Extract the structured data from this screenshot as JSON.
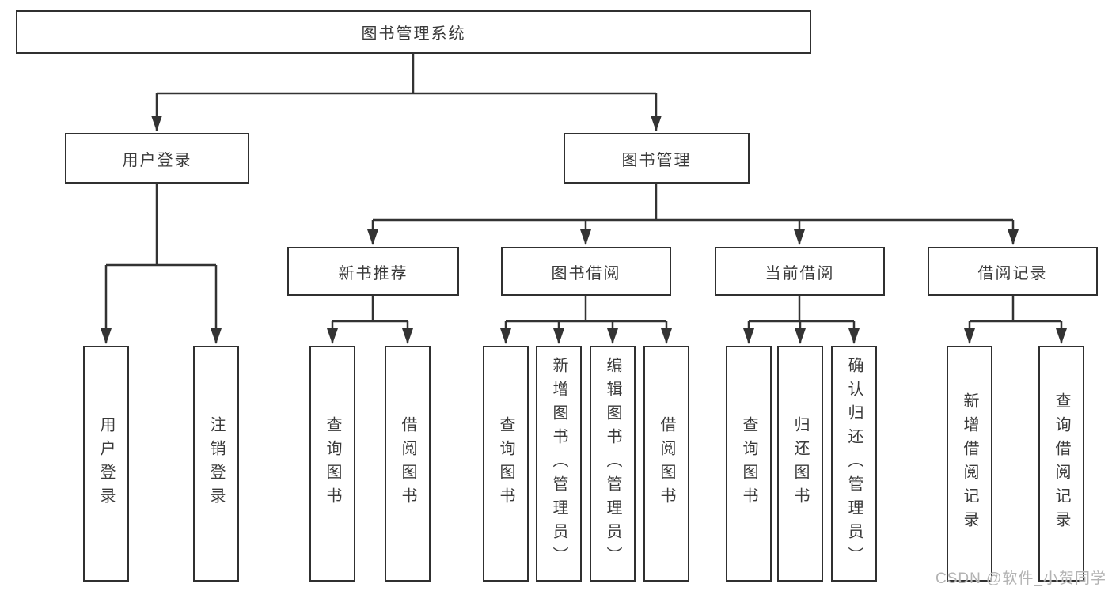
{
  "diagram_type": "hierarchy-tree",
  "tree": {
    "root": {
      "label": "图书管理系统",
      "children": [
        {
          "label": "用户登录",
          "children": [
            {
              "label": "用户登录"
            },
            {
              "label": "注销登录"
            }
          ]
        },
        {
          "label": "图书管理",
          "children": [
            {
              "label": "新书推荐",
              "children": [
                {
                  "label": "查询图书"
                },
                {
                  "label": "借阅图书"
                }
              ]
            },
            {
              "label": "图书借阅",
              "children": [
                {
                  "label": "查询图书"
                },
                {
                  "label": "新增图书（管理员）"
                },
                {
                  "label": "编辑图书（管理员）"
                },
                {
                  "label": "借阅图书"
                }
              ]
            },
            {
              "label": "当前借阅",
              "children": [
                {
                  "label": "查询图书"
                },
                {
                  "label": "归还图书"
                },
                {
                  "label": "确认归还（管理员）"
                }
              ]
            },
            {
              "label": "借阅记录",
              "children": [
                {
                  "label": "新增借阅记录"
                },
                {
                  "label": "查询借阅记录"
                }
              ]
            }
          ]
        }
      ]
    }
  },
  "watermark": {
    "text": "CSDN @软件_小贺同学"
  },
  "colors": {
    "line": "#333333",
    "box_border": "#303030",
    "text": "#3a3a3a",
    "background": "#ffffff",
    "watermark": "#b3b3b3"
  }
}
